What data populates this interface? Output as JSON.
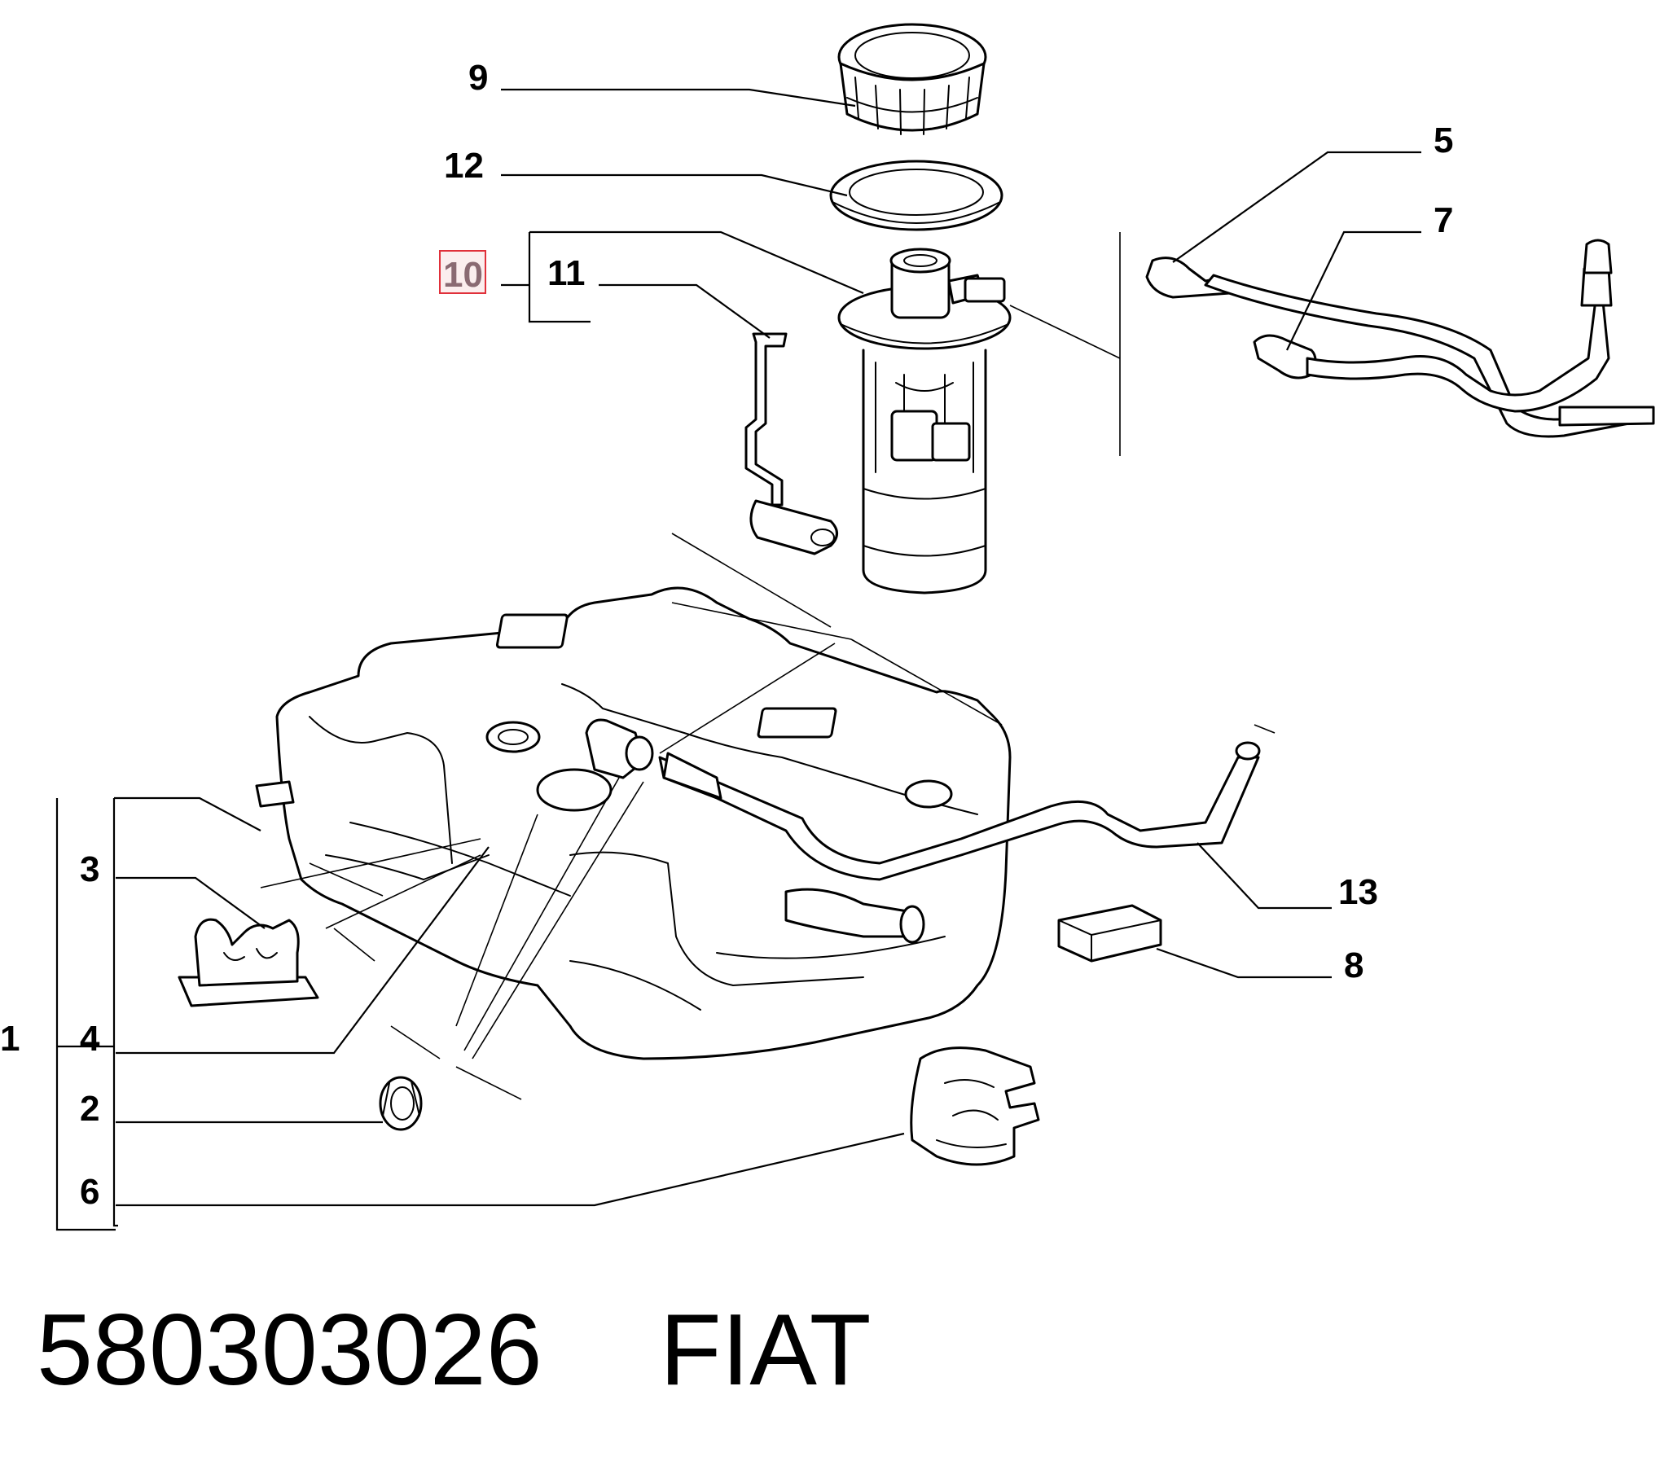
{
  "callouts": {
    "c1": "1",
    "c2": "2",
    "c3": "3",
    "c4": "4",
    "c5": "5",
    "c6": "6",
    "c7": "7",
    "c8": "8",
    "c9": "9",
    "c10": "10",
    "c11": "11",
    "c12": "12",
    "c13": "13"
  },
  "highlight_color": "#e0303a",
  "footer": {
    "part_number": "580303026",
    "brand": "FIAT"
  }
}
